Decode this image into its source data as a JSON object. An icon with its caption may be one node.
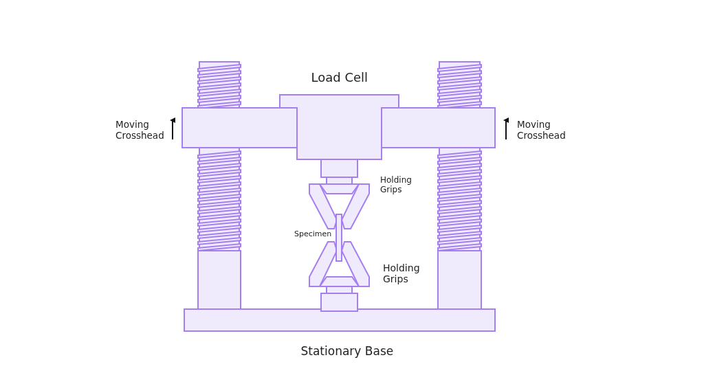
{
  "diagram": {
    "labels": [
      "Load Cell",
      "Moving Crosshead",
      "Moving Crosshead",
      "Holding Grips",
      "Specimen",
      "Holding Grips",
      "Stationary Base"
    ]
  }
}
